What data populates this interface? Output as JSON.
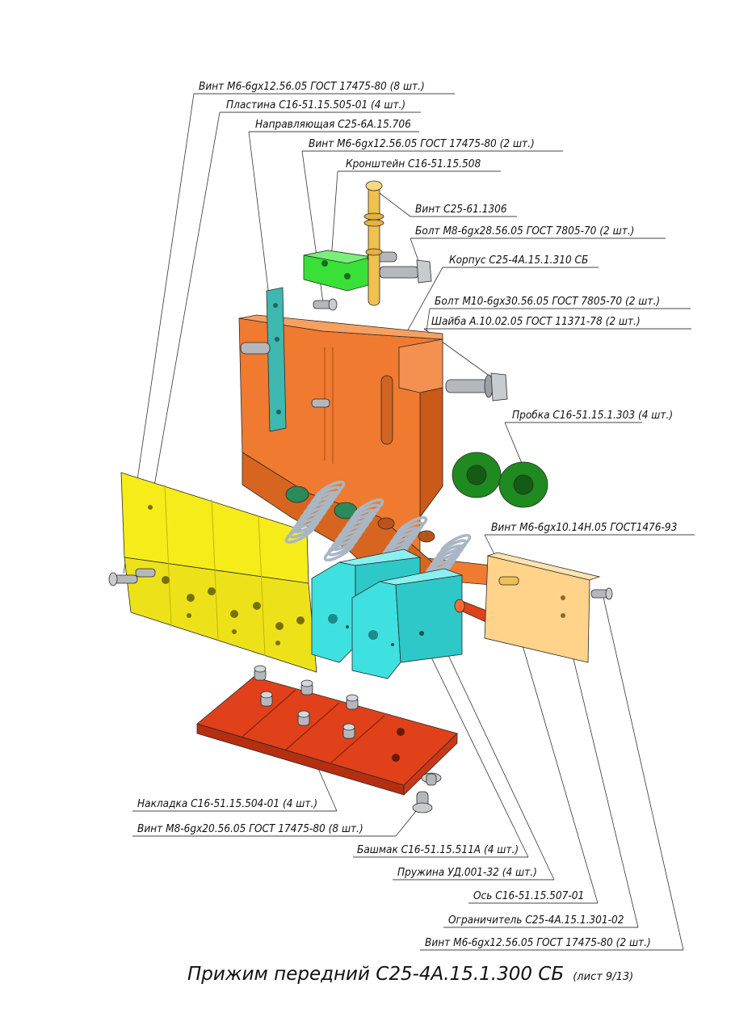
{
  "title": {
    "main": "Прижим передний С25-4А.15.1.300 СБ",
    "sheet": "(лист 9/13)"
  },
  "callouts": [
    {
      "id": "vint-m6-8",
      "text": "Винт М6-6gx12.56.05 ГОСТ 17475-80 (8 шт.)"
    },
    {
      "id": "plastina",
      "text": "Пластина С16-51.15.505-01 (4 шт.)"
    },
    {
      "id": "napravlyayushchaya",
      "text": "Направляющая С25-6А.15.706"
    },
    {
      "id": "vint-m6-2a",
      "text": "Винт М6-6gx12.56.05 ГОСТ 17475-80 (2 шт.)"
    },
    {
      "id": "kronshtein",
      "text": "Кронштейн С16-51.15.508"
    },
    {
      "id": "vint-c25",
      "text": "Винт С25-61.1306"
    },
    {
      "id": "bolt-m8",
      "text": "Болт М8-6gx28.56.05 ГОСТ 7805-70 (2 шт.)"
    },
    {
      "id": "korpus",
      "text": "Корпус С25-4А.15.1.310 СБ"
    },
    {
      "id": "bolt-m10",
      "text": "Болт М10-6gx30.56.05 ГОСТ 7805-70 (2 шт.)"
    },
    {
      "id": "shaiba",
      "text": "Шайба А.10.02.05 ГОСТ 11371-78 (2 шт.)"
    },
    {
      "id": "probka",
      "text": "Пробка С16-51.15.1.303 (4 шт.)"
    },
    {
      "id": "vint-m6-10",
      "text": "Винт М6-6gx10.14Н.05 ГОСТ1476-93"
    },
    {
      "id": "nakladka",
      "text": "Накладка С16-51.15.504-01 (4 шт.)"
    },
    {
      "id": "vint-m8",
      "text": "Винт М8-6gx20.56.05 ГОСТ 17475-80 (8 шт.)"
    },
    {
      "id": "bashmak",
      "text": "Башмак С16-51.15.511А (4 шт.)"
    },
    {
      "id": "pruzhina",
      "text": "Пружина УД.001-32 (4 шт.)"
    },
    {
      "id": "os",
      "text": "Ось С16-51.15.507-01"
    },
    {
      "id": "ogranichitel",
      "text": "Ограничитель С25-4А.15.1.301-02"
    },
    {
      "id": "vint-m6-2b",
      "text": "Винт М6-6gx12.56.05 ГОСТ 17475-80 (2 шт.)"
    }
  ],
  "colors": {
    "housing": "#f07a30",
    "housing_shadow": "#c95a18",
    "plate_yellow": "#f5ec1a",
    "shoe_cyan": "#3fe0e0",
    "pad_red": "#e03a12",
    "bracket_green": "#38e038",
    "guide_teal": "#3fb8b0",
    "plug_green": "#1f8a1f",
    "limiter_peach": "#ffd38a",
    "axle_red": "#e0401a",
    "screw_brass": "#f0c050",
    "spring_gray": "#a9b6c4",
    "bolt_gray": "#b4b8bc"
  }
}
